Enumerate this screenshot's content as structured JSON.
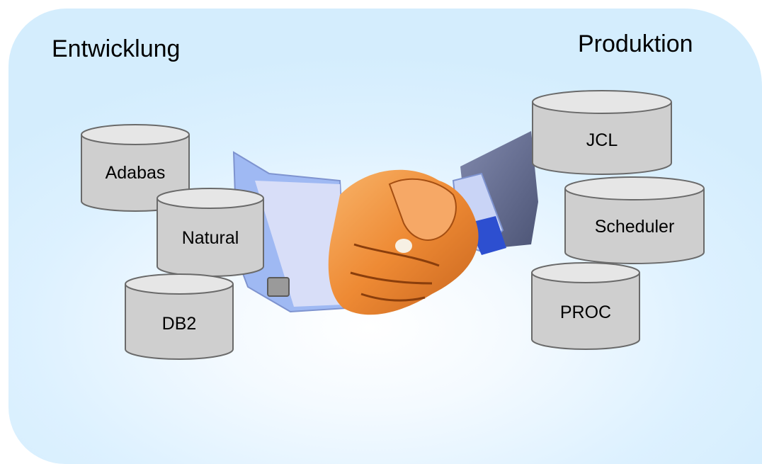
{
  "sections": {
    "development_label": "Entwicklung",
    "production_label": "Produktion"
  },
  "cylinders": {
    "adabas": "Adabas",
    "natural": "Natural",
    "db2": "DB2",
    "jcl": "JCL",
    "scheduler": "Scheduler",
    "proc": "PROC"
  },
  "colors": {
    "background_edge": "#d4edfd",
    "cylinder_top": "#e4e4e4",
    "cylinder_body": "#cfcfcf",
    "cylinder_outline": "#6a6a6a",
    "shirt_cuff": "#c9d4f6",
    "suit_sleeve": "#6a7296",
    "hand": "#f09a4a"
  },
  "icons": {
    "center": "handshake-clipart"
  }
}
